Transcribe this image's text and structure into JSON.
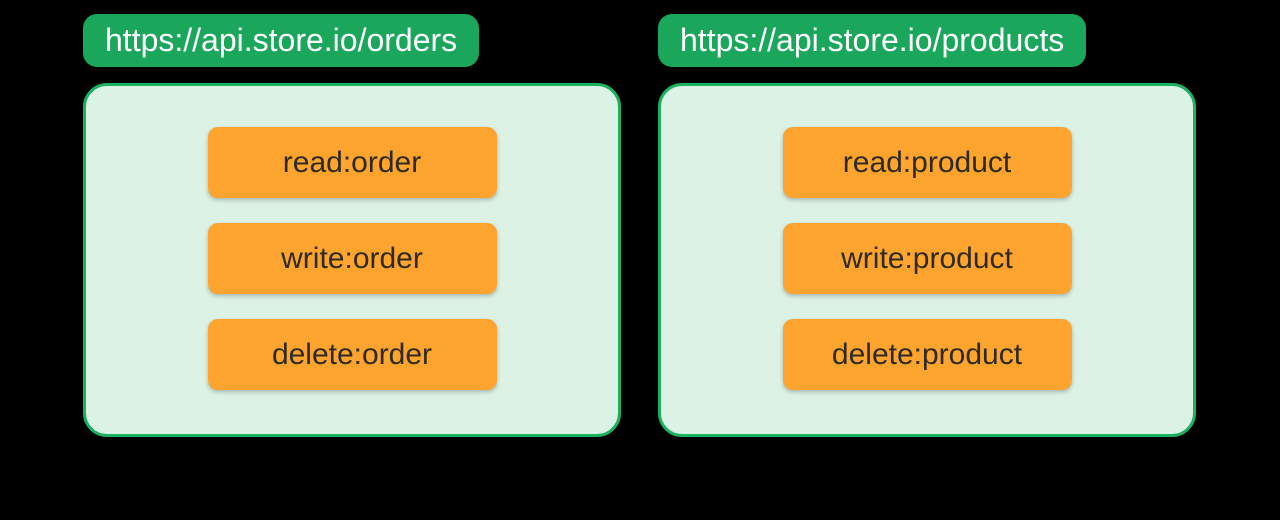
{
  "colors": {
    "background": "#000000",
    "pill_green": "#1BA75B",
    "card_border_green": "#1CB161",
    "card_fill_mint": "#DCF2E4",
    "scope_orange": "#FCA42E",
    "scope_text": "#2E2A24",
    "url_text": "#FFFFFF"
  },
  "apis": [
    {
      "url": "https://api.store.io/orders",
      "scopes": [
        "read:order",
        "write:order",
        "delete:order"
      ]
    },
    {
      "url": "https://api.store.io/products",
      "scopes": [
        "read:product",
        "write:product",
        "delete:product"
      ]
    }
  ]
}
